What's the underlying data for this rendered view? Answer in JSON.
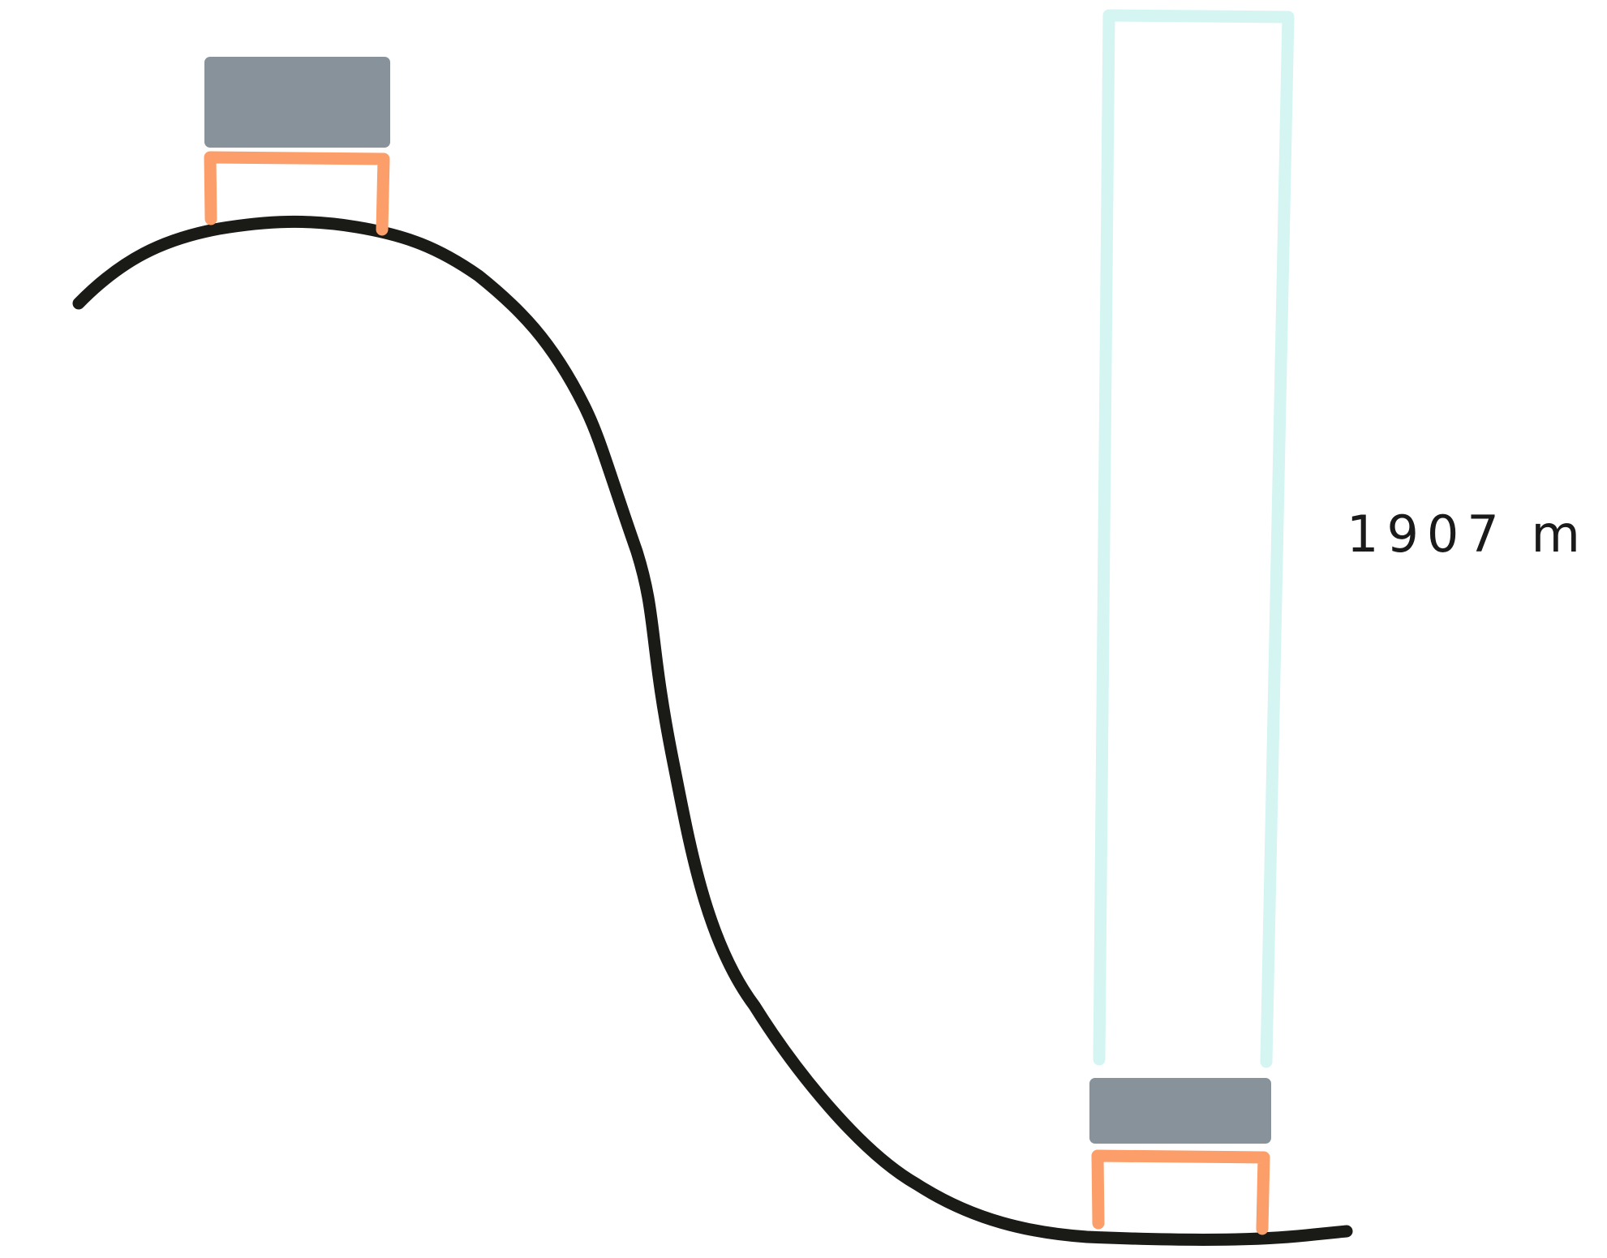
{
  "measurement": {
    "value": "1907 m"
  },
  "colors": {
    "terrain": "#1a1a17",
    "block": "#87929a",
    "stand": "#fb9e6a",
    "column": "#d4f5f2",
    "text": "#1a1a1a",
    "background": "#ffffff"
  },
  "icons": {
    "upper_object": "block-on-stand",
    "lower_object": "block-on-stand",
    "column": "open-rectangle-outline"
  }
}
